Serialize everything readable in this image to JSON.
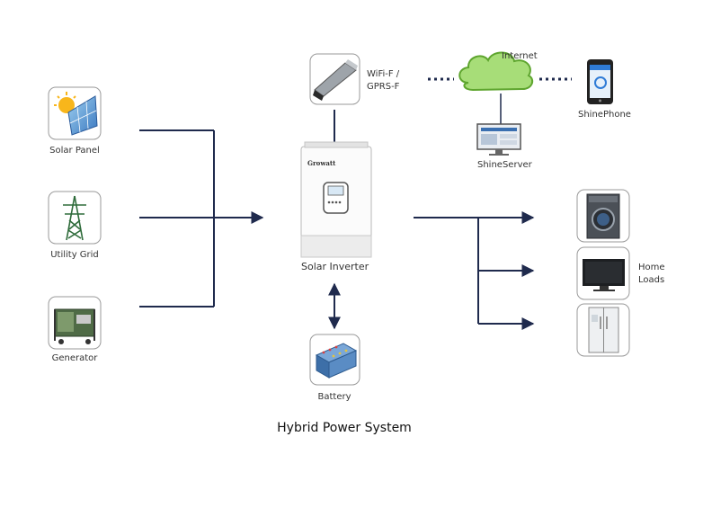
{
  "title": "Hybrid Power System",
  "sources": [
    {
      "label": "Solar Panel",
      "icon": "solar-panel-icon"
    },
    {
      "label": "Utility Grid",
      "icon": "power-pylon-icon"
    },
    {
      "label": "Generator",
      "icon": "generator-icon"
    }
  ],
  "inverter": {
    "label": "Solar Inverter",
    "brand": "Growatt",
    "icon": "inverter-icon"
  },
  "comm": {
    "dongle_label_line1": "WiFi-F /",
    "dongle_label_line2": "GPRS-F",
    "internet": "Internet",
    "server": "ShineServer",
    "phone": "ShinePhone"
  },
  "battery": {
    "label": "Battery",
    "icon": "battery-pack-icon"
  },
  "loads": {
    "label_line1": "Home",
    "label_line2": "Loads",
    "items": [
      "washing-machine-icon",
      "television-icon",
      "refrigerator-icon"
    ]
  },
  "colors": {
    "line": "#1f2a4d",
    "cloud": "#7cc24a",
    "frame": "#9a9a9a"
  }
}
